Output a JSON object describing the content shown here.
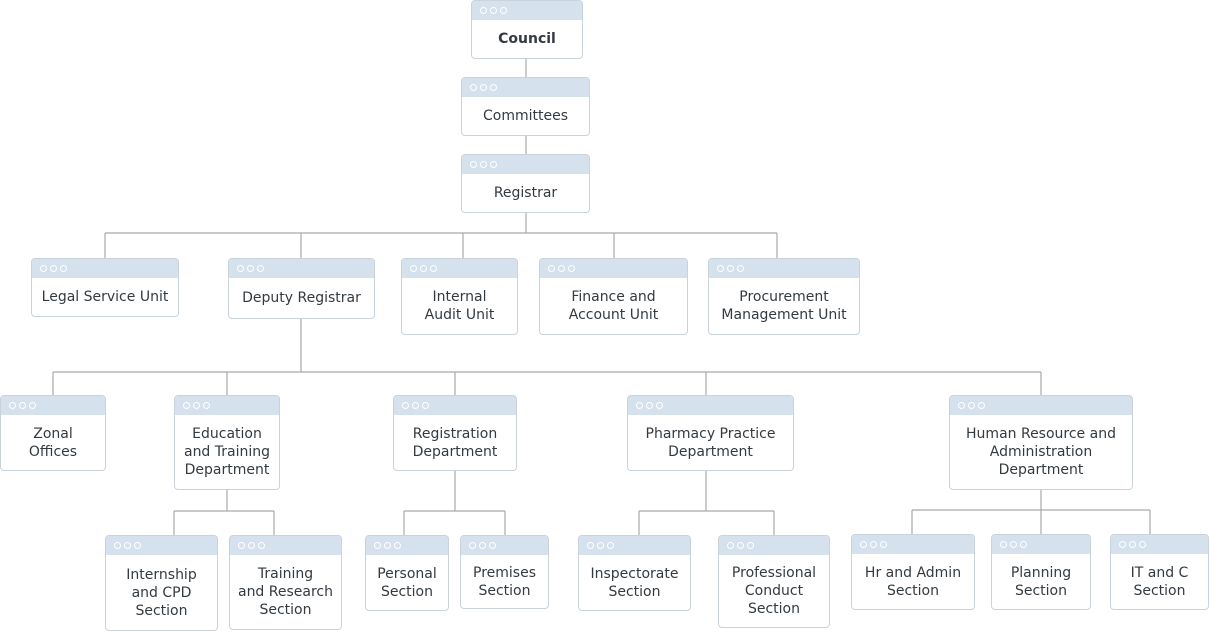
{
  "diagram": {
    "line_color": "#a9a9a9",
    "nodes": {
      "council": "Council",
      "committees": "Committees",
      "registrar": "Registrar",
      "legal": "Legal Service Unit",
      "deputy": "Deputy Registrar",
      "audit": "Internal\nAudit Unit",
      "finance": "Finance and\nAccount Unit",
      "procurement": "Procurement\nManagement Unit",
      "zonal": "Zonal\nOffices",
      "education": "Education\nand Training\nDepartment",
      "registration": "Registration\nDepartment",
      "pharmacy": "Pharmacy Practice\nDepartment",
      "hr": "Human Resource and\nAdministration\nDepartment",
      "internship": "Internship\nand CPD\nSection",
      "training": "Training\nand Research\nSection",
      "personal": "Personal\nSection",
      "premises": "Premises\nSection",
      "inspectorate": "Inspectorate\nSection",
      "professional": "Professional\nConduct\nSection",
      "hradmin": "Hr and Admin\nSection",
      "planning": "Planning\nSection",
      "itc": "IT and C\nSection"
    }
  }
}
